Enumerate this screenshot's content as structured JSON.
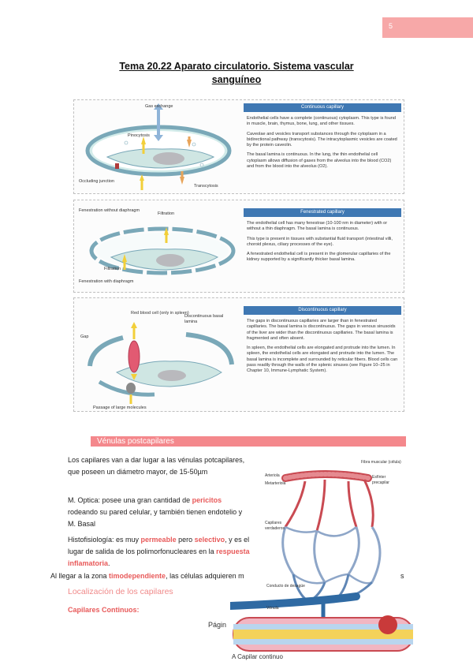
{
  "page": {
    "number": "5"
  },
  "title": {
    "line1": "Tema 20.22 Aparato circulatorio. Sistema vascular",
    "line2": "sanguíneo"
  },
  "panels": {
    "continuous": {
      "labels": {
        "gas_exchange": "Gas exchange",
        "pinocytosis": "Pinocytosis",
        "occluding_junction": "Occluding junction",
        "transcytosis": "Transcytosis"
      },
      "heading": "Continuous capillary",
      "p1": "Endothelial cells have a complete (continuous) cytoplasm. This type is found in muscle, brain, thymus, bone, lung, and other tissues.",
      "p2": "Caveolae and vesicles transport substances through the cytoplasm in a bidirectional pathway (transcytosis). The intracytoplasmic vesicles are coated by the protein caveolin.",
      "p3": "The basal lamina is continuous. In the lung, the thin endothelial cell cytoplasm allows diffusion of gases from the alveolus into the blood (CO2) and from the blood into the alveolus (O2)."
    },
    "fenestrated": {
      "labels": {
        "fenestration_without": "Fenestration without diaphragm",
        "filtration_top": "Filtration",
        "filtration": "Filtration",
        "fenestration_with": "Fenestration with diaphragm"
      },
      "heading": "Fenestrated capillary",
      "p1": "The endothelial cell has many fenestrae (10-100 nm in diameter) with or without a thin diaphragm. The basal lamina is continuous.",
      "p2": "This type is present in tissues with substantial fluid transport (intestinal villi, choroid plexus, ciliary processes of the eye).",
      "p3": "A fenestrated endothelial cell is present in the glomerular capillaries of the kidney supported by a significantly thicker basal lamina."
    },
    "discontinuous": {
      "labels": {
        "red_blood_cell": "Red blood cell (only in spleen)",
        "discontinuous_basal": "Discontinuous basal lamina",
        "gap": "Gap",
        "passage": "Passage of large molecules"
      },
      "heading": "Discontinuous capillary",
      "p1": "The gaps in discontinuous capillaries are larger than in fenestrated capillaries. The basal lamina is discontinuous. The gaps in venous sinusoids of the liver are wider than the discontinuous capillaries. The basal lamina is fragmented and often absent.",
      "p2": "In spleen, the endothelial cells are elongated and protrude into the lumen. In spleen, the endothelial cells are elongated and protrude into the lumen. The basal lamina is incomplete and surrounded by reticular fibers. Blood cells can pass readily through the walls of the splenic sinuses (see Figure 10–25 in Chapter 10, Immune-Lymphatic System)."
    }
  },
  "section": {
    "title": "Vénulas postcapilares"
  },
  "content": {
    "p1": "Los capilares van a dar lugar a las vénulas potcapilares, que poseen un diámetro mayor, de 15-50µm",
    "p2_a": "M. Optica: posee una gran cantidad de ",
    "p2_hl": "pericitos",
    "p2_b": " rodeando su pared celular, y también tienen endotelio y M. Basal",
    "p3_a": "Histofisiología: es muy ",
    "p3_hl1": "permeable",
    "p3_b": " pero ",
    "p3_hl2": "selectivo",
    "p3_c": ", y es el lugar de salida de los polimorfonucleares en la ",
    "p3_hl3": "respuesta inflamatoria",
    "p3_d": ".",
    "p4_a": "Al llegar a la zona ",
    "p4_hl": "timodependiente",
    "p4_b": ", las células adquieren m",
    "p4_tail": "s"
  },
  "illustration": {
    "labels": {
      "fibra": "Fibra muscular (célula)",
      "arteriola": "Arteriola",
      "metarteriola": "Metarteriola",
      "esfinter": "Esfínter precapilar",
      "capilares": "Capilares verdaderos",
      "conducto": "Conducto de desagüe",
      "venula": "Vénula",
      "caption": "A  Capilar continuo"
    }
  },
  "subheading": "Localización de los capilares",
  "subheading2": "Capilares Continuos:",
  "footer": "Págin"
}
